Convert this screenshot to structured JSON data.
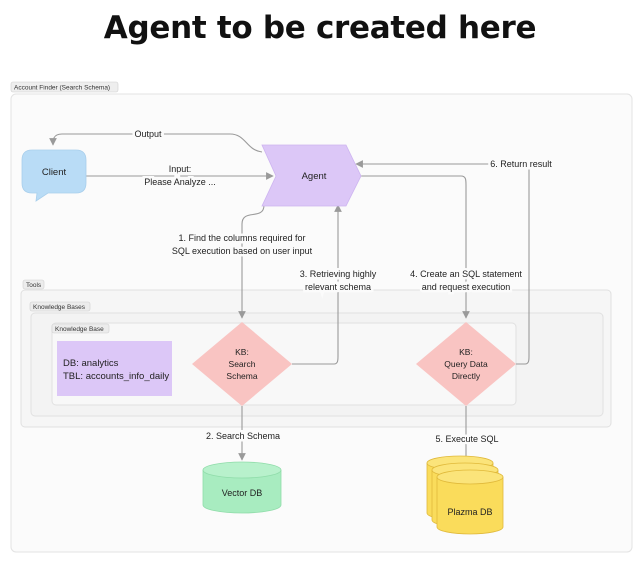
{
  "page_title": "Agent to be created here",
  "diagram": {
    "frame_label": "Account Finder (Search Schema)",
    "tools_label": "Tools",
    "knowledge_bases_label": "Knowledge Bases",
    "knowledge_base_label": "Knowledge Base",
    "nodes": {
      "client": "Client",
      "agent": "Agent",
      "kb_search": [
        "KB:",
        "Search",
        "Schema"
      ],
      "kb_query": [
        "KB:",
        "Query Data",
        "Directly"
      ],
      "db_info": [
        "DB: analytics",
        "TBL: accounts_info_daily"
      ],
      "vector_db": "Vector DB",
      "plazma_db": "Plazma DB"
    },
    "edges": {
      "output": "Output",
      "input": [
        "Input:",
        "Please Analyze ..."
      ],
      "step1": [
        "1. Find the columns required for",
        "SQL execution based on user input"
      ],
      "step2": "2. Search Schema",
      "step3": [
        "3. Retrieving highly",
        "relevant schema"
      ],
      "step4": [
        "4. Create an SQL statement",
        "and request execution"
      ],
      "step5": "5. Execute SQL",
      "step6": "6. Return result"
    },
    "colors": {
      "client": "#b9dcf6",
      "agent": "#dcc7f7",
      "diamond": "#f9c4c2",
      "db_info": "#dcc7f7",
      "vector_db": "#a8ecc0",
      "plazma_db": "#fadc5b",
      "line": "#9a9a9a"
    }
  }
}
